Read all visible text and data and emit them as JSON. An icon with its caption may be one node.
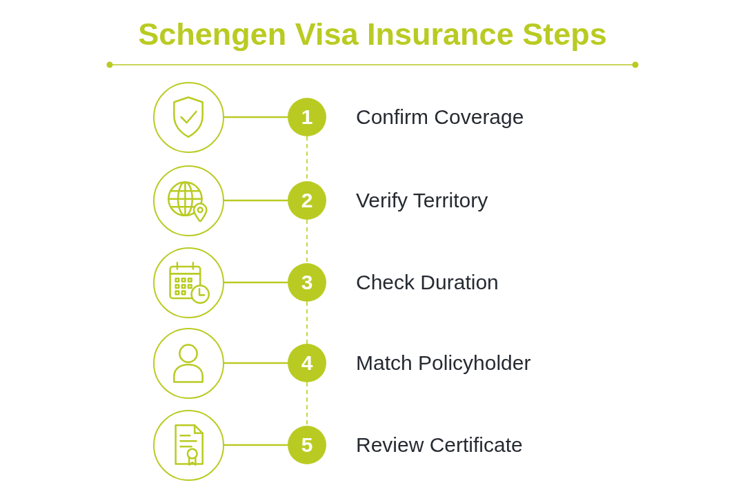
{
  "diagram": {
    "title": "Schengen Visa Insurance Steps",
    "nodes": [
      {
        "text": [],
        "shape": "picture"
      },
      {
        "text": [
          "1"
        ],
        "beside": [
          "Confirm Coverage"
        ]
      },
      {
        "text": [],
        "shape": "picture"
      },
      {
        "text": [
          "2"
        ],
        "beside": [
          "Verify Territory"
        ]
      },
      {
        "text": [],
        "shape": "picture"
      },
      {
        "text": [
          "3"
        ],
        "beside": [
          "Check Duration"
        ]
      },
      {
        "text": [],
        "shape": "picture"
      },
      {
        "text": [
          "4"
        ],
        "beside": [
          "Match Policyholder"
        ]
      },
      {
        "text": [],
        "shape": "picture"
      },
      {
        "text": [
          "5"
        ],
        "beside": [
          "Review Certificate"
        ]
      }
    ],
    "edges": [
      {
        "from": 0,
        "to": 1,
        "arrow": "none"
      },
      {
        "from": 1,
        "to": 3,
        "arrow": "none",
        "style": "dashed"
      },
      {
        "from": 2,
        "to": 3,
        "arrow": "none"
      },
      {
        "from": 3,
        "to": 5,
        "arrow": "none",
        "style": "dashed"
      },
      {
        "from": 4,
        "to": 5,
        "arrow": "none"
      },
      {
        "from": 5,
        "to": 7,
        "arrow": "none",
        "style": "dashed"
      },
      {
        "from": 6,
        "to": 7,
        "arrow": "none"
      },
      {
        "from": 7,
        "to": 9,
        "arrow": "none",
        "style": "dashed"
      },
      {
        "from": 8,
        "to": 9,
        "arrow": "none"
      }
    ]
  }
}
